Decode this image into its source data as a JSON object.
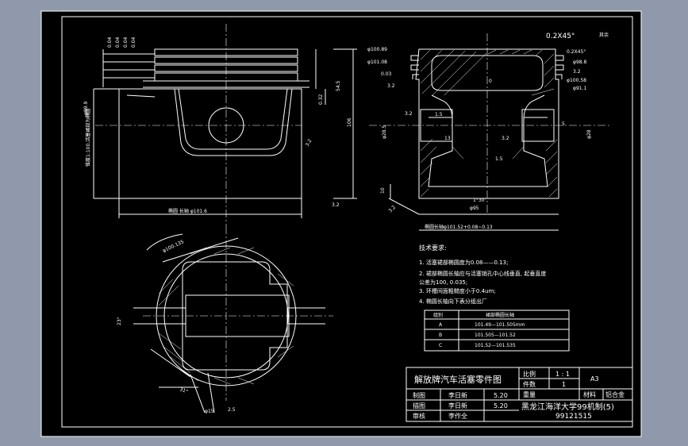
{
  "drawing": {
    "colors": {
      "background": "#8f99ab",
      "paper": "#000000",
      "line": "#ffffff",
      "center_line": "#ffffff"
    },
    "side_view": {
      "left_note": "锥度1:100,活塞裙部为椭圆",
      "left_small": "φ99.9",
      "top_labels": [
        "0.04",
        "0.04",
        "0.04",
        "0.04"
      ],
      "bottom_dim": "椭圆 长轴 φ101.6",
      "height_dim": "106",
      "height_dim2": "54.5",
      "offset_dim": "0.32",
      "roughness": "3.2",
      "roughness2": "3.2"
    },
    "section_view": {
      "chamfer": "0.2X45°",
      "other": "其余",
      "left_dims": [
        "φ100.89",
        "φ101.08",
        "0.03",
        "3.2",
        "3.2"
      ],
      "right_dims": [
        "0.2X45°",
        "φ98.8",
        "3.2",
        "φ100.58",
        "φ91.1"
      ],
      "pin_bore": "φ28.5",
      "pin_bore_right": "φ28",
      "d0": "0",
      "d1": "13",
      "d2": "1.5",
      "d3": "5",
      "d4": "10",
      "d5": "1.5",
      "bottom_angle": "1°30'",
      "bottom_dim": "φ95",
      "bottom_dim2": "椭圆长轴φ101.52+0.08~0.13",
      "r6": "3.2",
      "r7": "3.2"
    },
    "plan_view": {
      "dim1": "φ100.135",
      "angle1": "23°",
      "angle2": "31°",
      "dim2": "φ15",
      "r8": "2.5"
    },
    "notes": {
      "title": "技术要求:",
      "items": [
        "1. 活塞裙部椭圆度为0.08——0.13;",
        "2. 裙部椭圆长轴应与活塞销孔中心线垂直, 起垂直度",
        "公差为100, 0.035;",
        "3. 环槽间面粗糙度小于0.4um;",
        "4. 椭圆长轴向下表分组出厂"
      ]
    },
    "table": {
      "headers": [
        "组别",
        "裙部椭圆长轴"
      ],
      "rows": [
        [
          "A",
          "101.49—101.505mm"
        ],
        [
          "B",
          "101.505—101.52"
        ],
        [
          "C",
          "101.52—101.535"
        ]
      ]
    },
    "title_block": {
      "title": "解放牌汽车活塞零件图",
      "scale_label": "比例",
      "scale_value": "1 : 1",
      "count_label": "件数",
      "count_value": "1",
      "size": "A3",
      "weight_label": "重量",
      "material_label": "材料",
      "material_value": "铝合金",
      "rows": [
        {
          "role": "制图",
          "name": "李日新",
          "date": "5.20"
        },
        {
          "role": "描图",
          "name": "李日新",
          "date": "5.20"
        },
        {
          "role": "审核",
          "name": "李作全",
          "date": ""
        }
      ],
      "school": "黑龙江海洋大学99机制(5)",
      "code": "99121515"
    }
  }
}
